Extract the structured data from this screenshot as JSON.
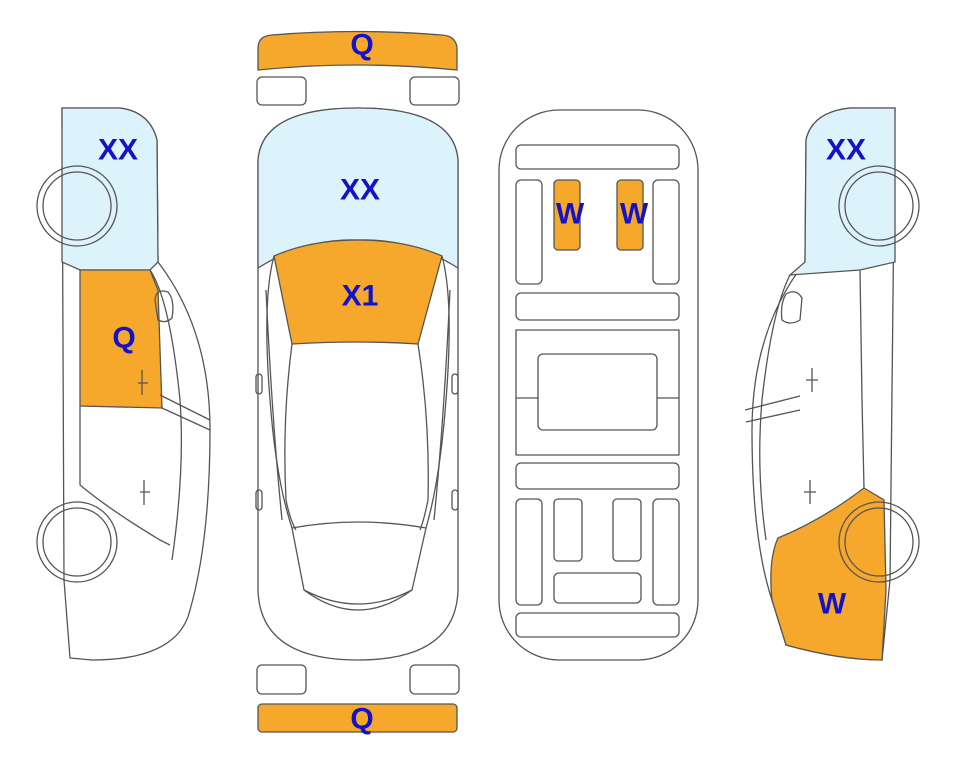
{
  "colors": {
    "damage_orange": "#F6A82D",
    "glass_blue": "#DDF3FB",
    "label_blue": "#1212C8",
    "outline": "#555555",
    "body": "#FFFFFF"
  },
  "labels": {
    "front_bumper": "Q",
    "rear_bumper": "Q",
    "roof_front_glass": "XX",
    "hood": "X1",
    "underbody_left": "W",
    "underbody_right": "W",
    "left_side_glass": "XX",
    "left_front_door": "Q",
    "right_side_glass": "XX",
    "right_rear_quarter": "W"
  }
}
